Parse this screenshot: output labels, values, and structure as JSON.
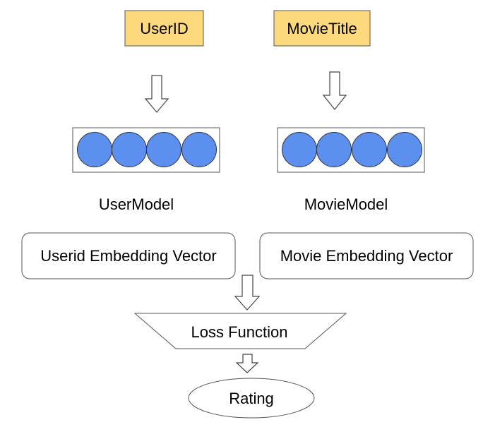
{
  "inputs": {
    "user": "UserID",
    "movie": "MovieTitle"
  },
  "models": {
    "user": "UserModel",
    "movie": "MovieModel"
  },
  "embeddings": {
    "user": "Userid Embedding Vector",
    "movie": "Movie Embedding Vector"
  },
  "loss": "Loss Function",
  "output": "Rating",
  "colors": {
    "input_fill": "#fcd97d",
    "input_stroke": "#555555",
    "vector_node_fill": "#5b8ff0",
    "vector_node_stroke": "#333333",
    "box_stroke": "#555555",
    "arrow_stroke": "#444444"
  }
}
